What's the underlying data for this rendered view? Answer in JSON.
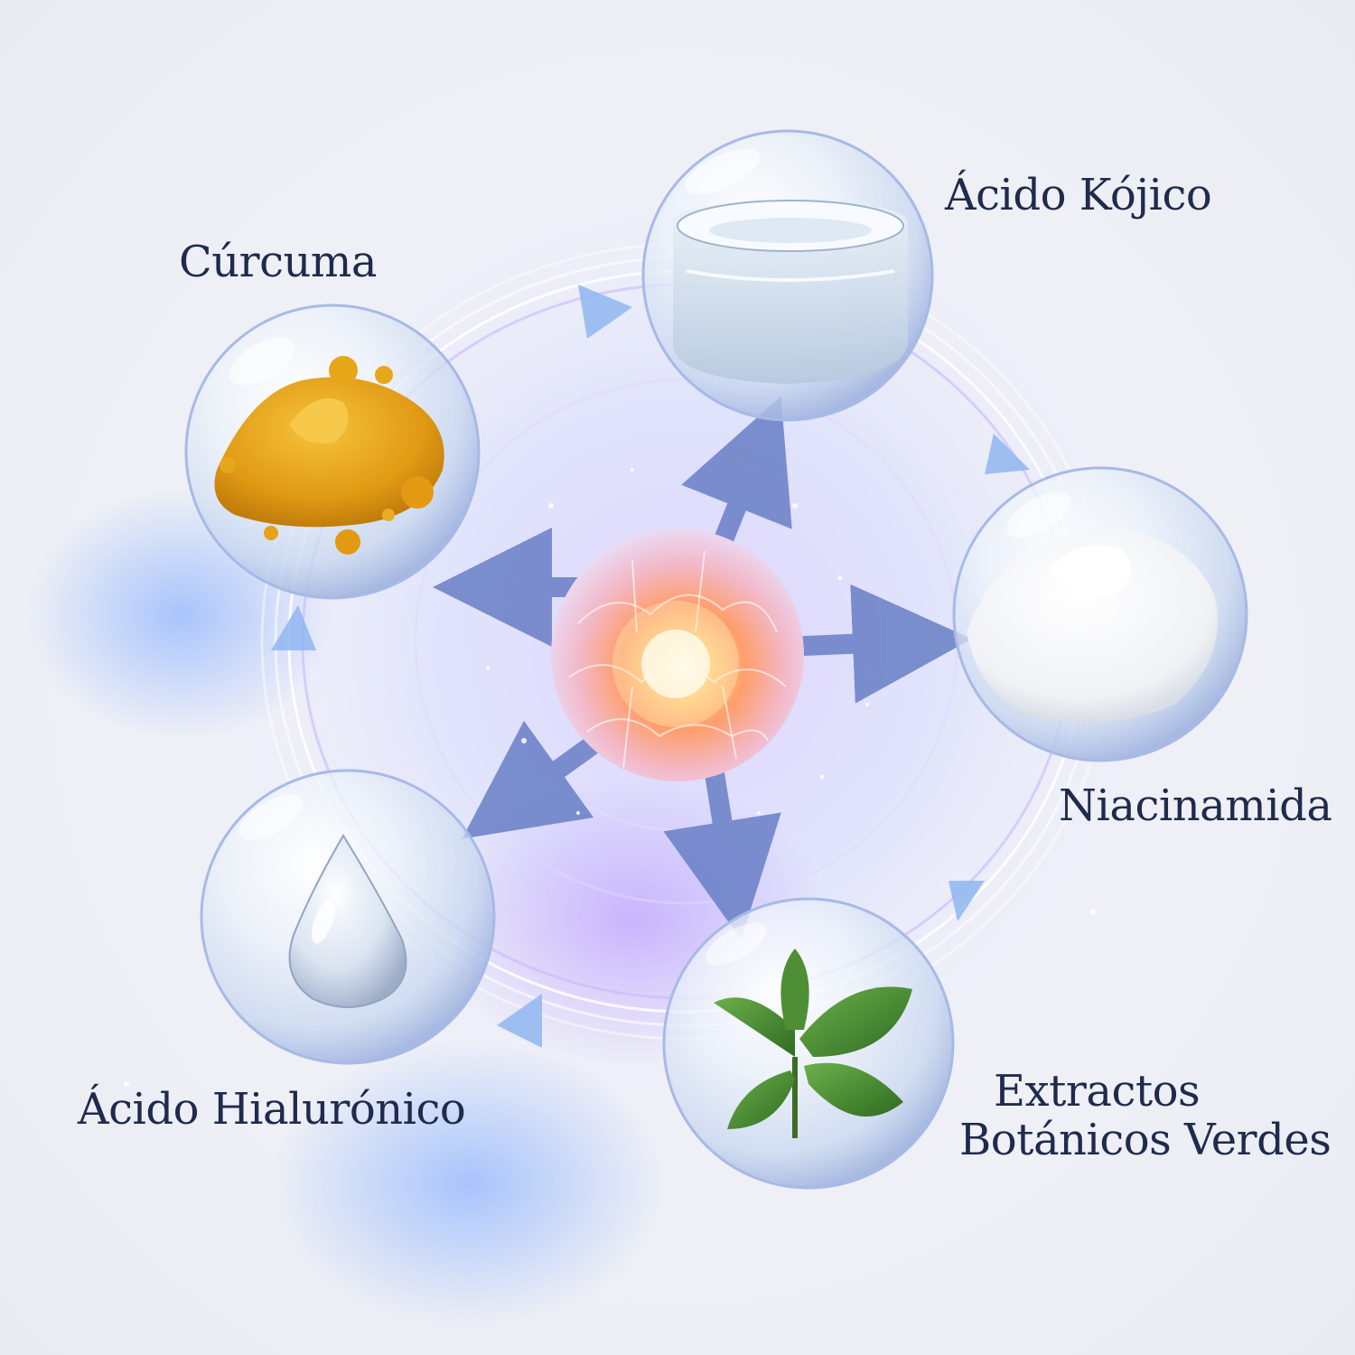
{
  "diagram": {
    "center": {
      "icon": "cell-icon"
    },
    "nodes": [
      {
        "id": "curcuma",
        "label": "Cúrcuma",
        "icon": "turmeric-powder-icon",
        "color": "#e2a21d"
      },
      {
        "id": "kojico",
        "label": "Ácido Kójico",
        "icon": "liquid-glass-icon",
        "color": "#cfe2f0"
      },
      {
        "id": "niacinamida",
        "label": "Niacinamida",
        "icon": "white-powder-icon",
        "color": "#ffffff"
      },
      {
        "id": "extractos",
        "label_line1": "Extractos",
        "label_line2": "Botánicos Verdes",
        "icon": "basil-leaf-icon",
        "color": "#3f7a2c"
      },
      {
        "id": "hialuronico",
        "label": "Ácido Hialurónico",
        "icon": "water-drop-icon",
        "color": "#dfe9f3"
      }
    ],
    "colors": {
      "label_text": "#1f2a4d",
      "flow_arrows": "#6f84c9",
      "glow": "#b9a7ee",
      "cell_core": "#ffb45c"
    }
  }
}
